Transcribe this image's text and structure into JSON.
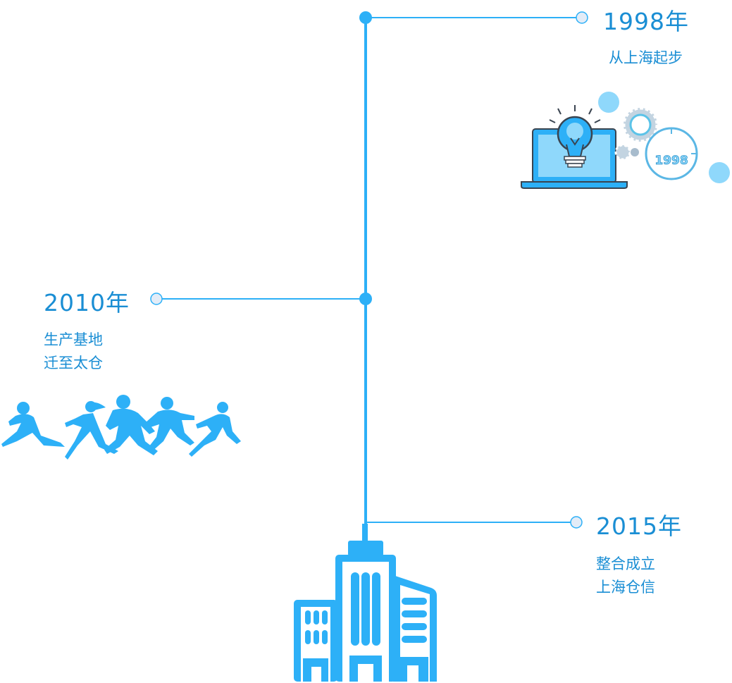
{
  "timeline": {
    "events": [
      {
        "year": "1998年",
        "lines": [
          "从上海起步"
        ],
        "badge": "1998"
      },
      {
        "year": "2010年",
        "lines": [
          "生产基地",
          "迁至太仓"
        ]
      },
      {
        "year": "2015年",
        "lines": [
          "整合成立",
          "上海仓信"
        ]
      }
    ]
  },
  "colors": {
    "accent": "#2db0f7",
    "text": "#1a8ed4",
    "node_fill": "#e3ecf7",
    "dark_outline": "#3a4450",
    "light_blue": "#8fd8fb"
  },
  "icons": {
    "e1998": "laptop-lightbulb-gears-icon",
    "e2010": "running-people-icon",
    "e2015": "office-building-icon"
  }
}
